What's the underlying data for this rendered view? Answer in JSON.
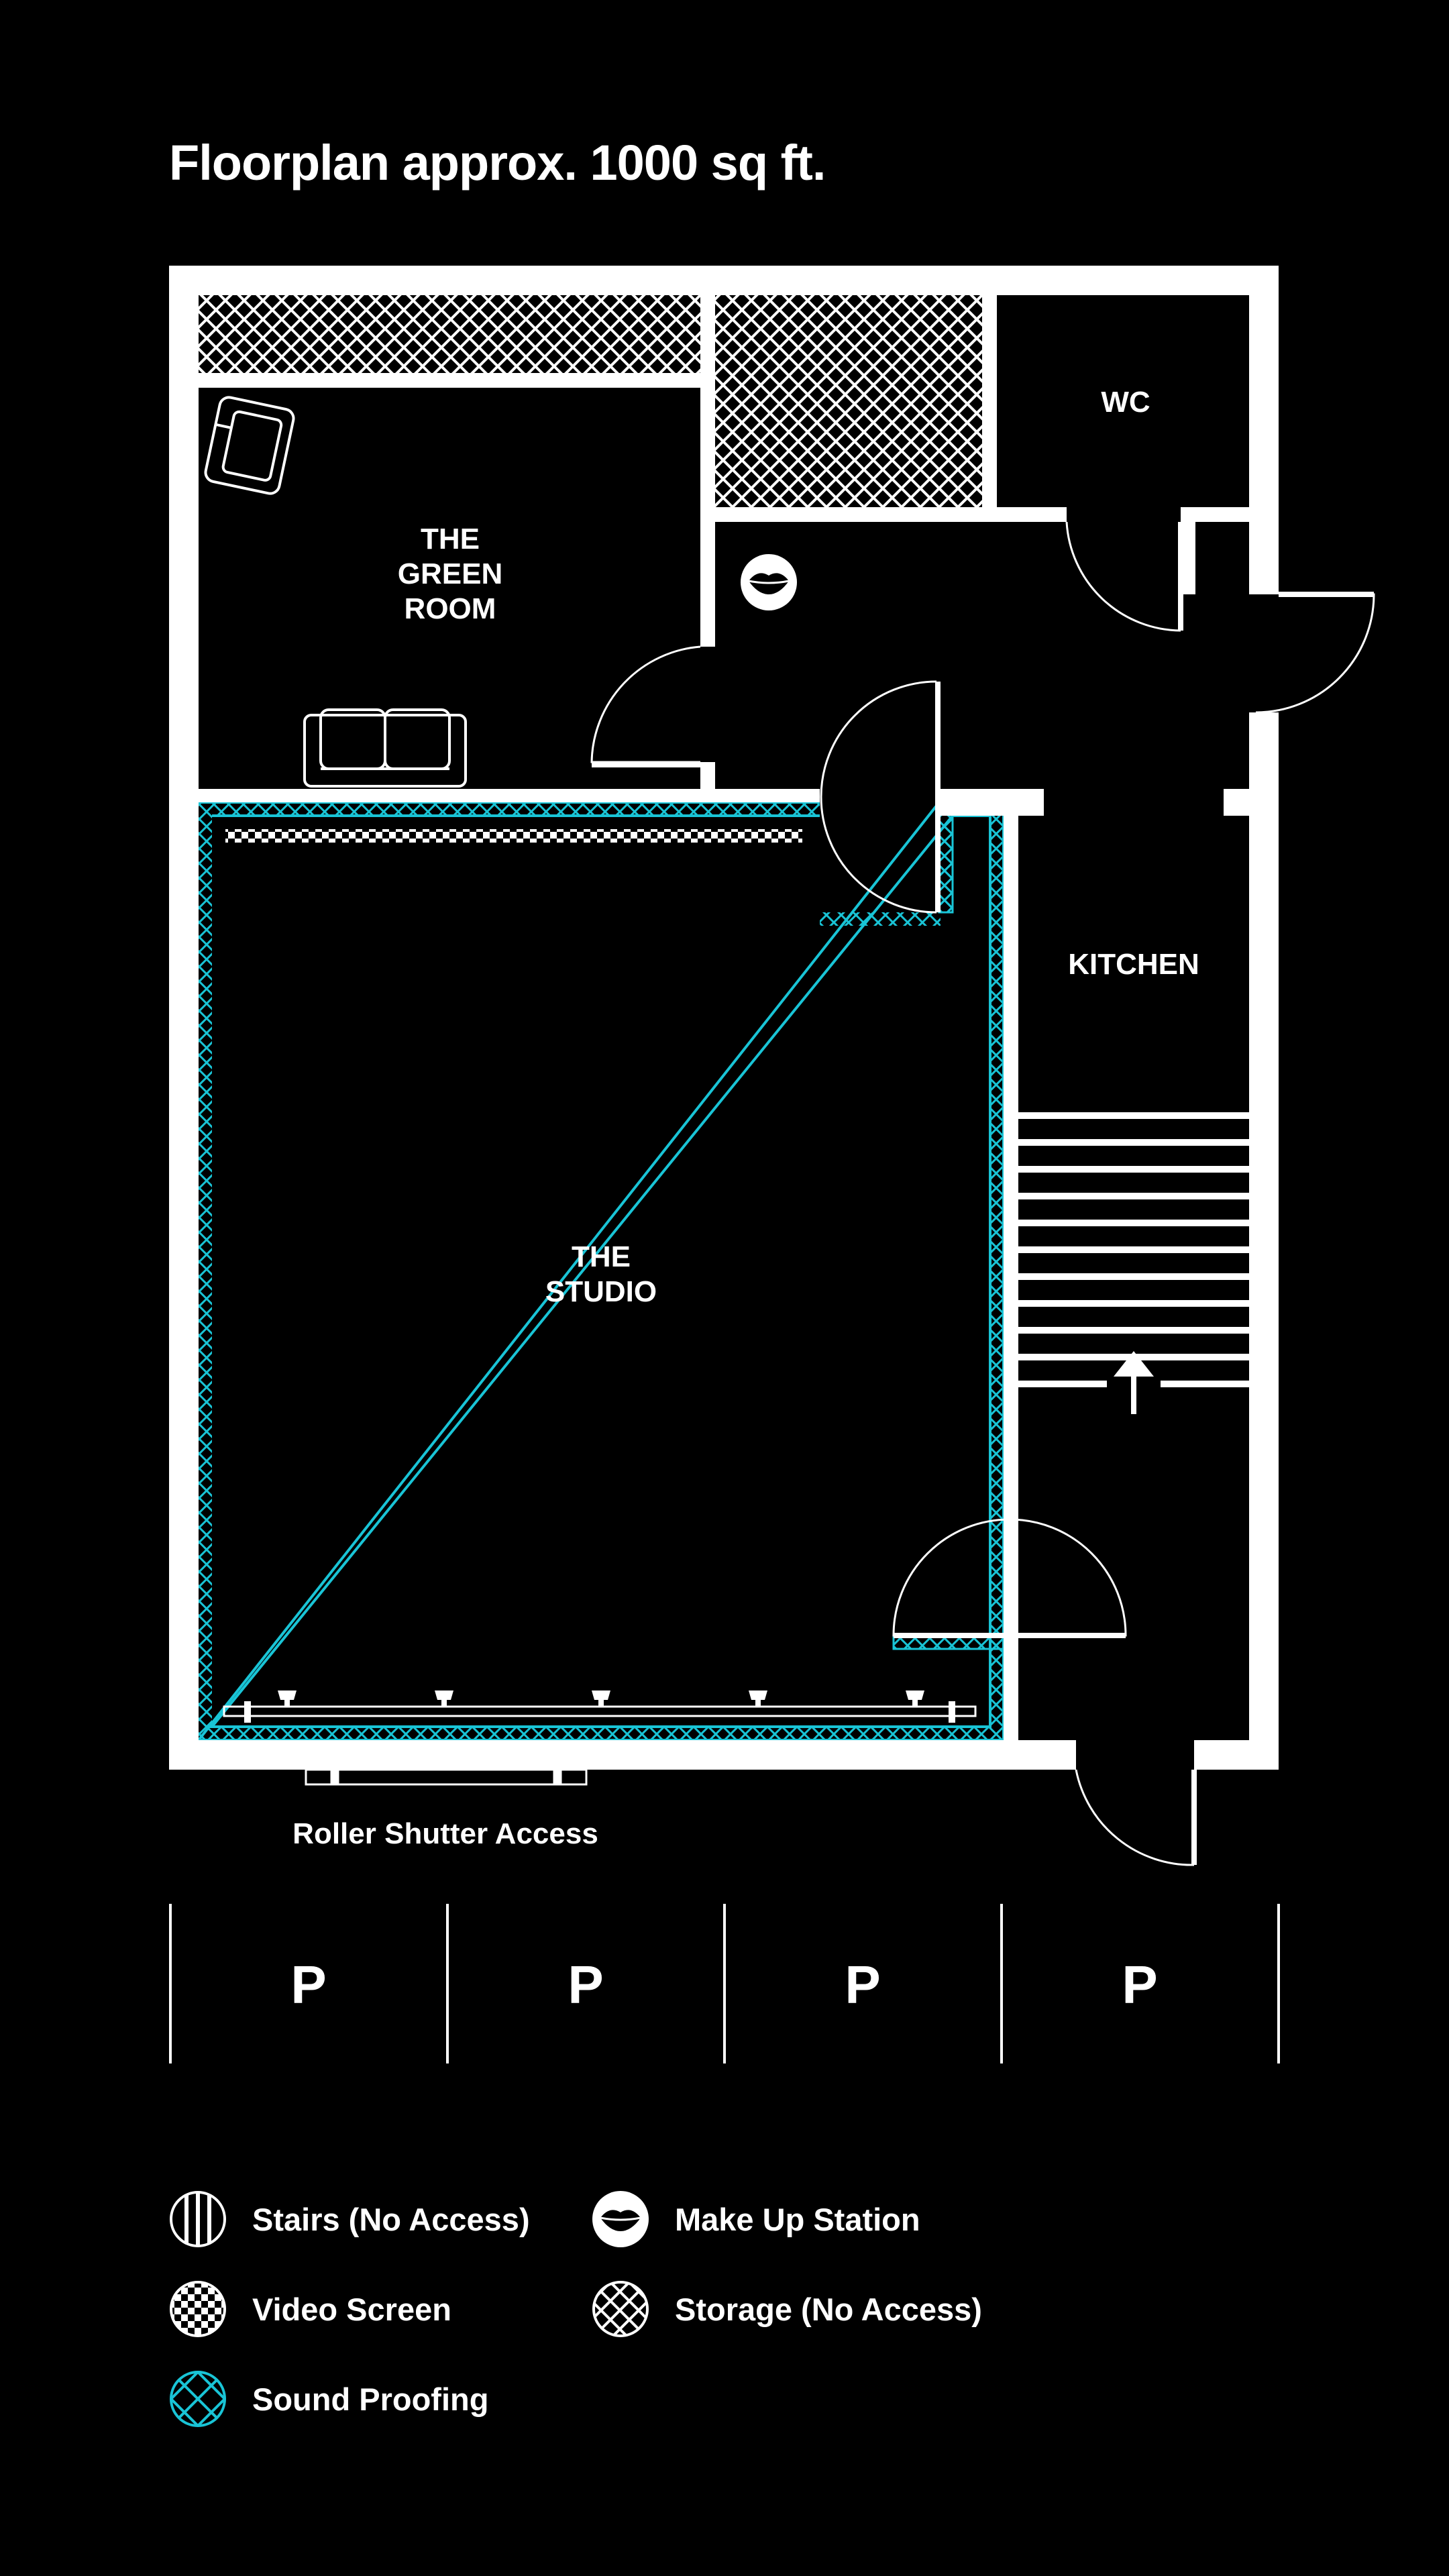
{
  "title": "Floorplan approx. 1000 sq ft.",
  "rooms": {
    "green_room": [
      "THE",
      "GREEN",
      "ROOM"
    ],
    "wc": "WC",
    "kitchen": "KITCHEN",
    "studio": [
      "THE",
      "STUDIO"
    ]
  },
  "roller_shutter_label": "Roller Shutter Access",
  "parking": [
    "P",
    "P",
    "P",
    "P"
  ],
  "legend": {
    "stairs": "Stairs (No Access)",
    "make_up": "Make Up Station",
    "video_screen": "Video Screen",
    "storage": "Storage (No Access)",
    "sound_proofing": "Sound Proofing"
  },
  "colors": {
    "background": "#000000",
    "walls": "#ffffff",
    "sound_proofing": "#19c4d6"
  },
  "icons": [
    "armchair-icon",
    "sofa-icon",
    "lips-icon",
    "arrow-up-icon",
    "spotlight-icon"
  ]
}
